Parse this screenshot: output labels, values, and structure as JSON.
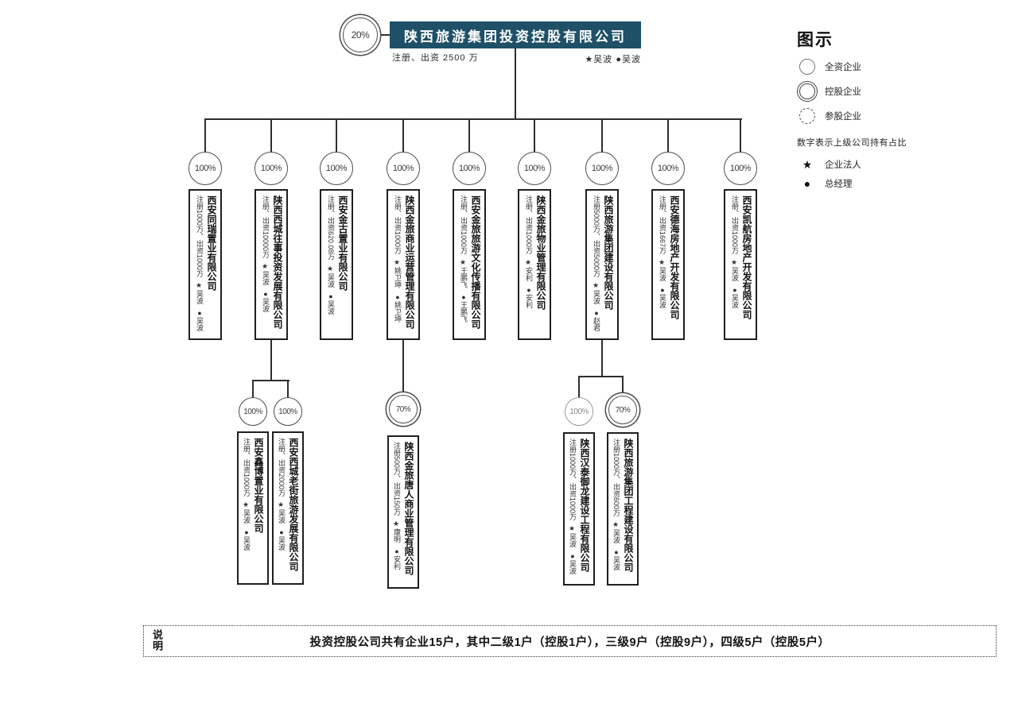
{
  "root": {
    "percent": "20%",
    "title": "陕西旅游集团投资控股有限公司",
    "registration": "注册、出资 2500 万",
    "persons": "★吴波 ●吴波"
  },
  "legend": {
    "title": "图示",
    "items": [
      {
        "label": "全资企业"
      },
      {
        "label": "控股企业"
      },
      {
        "label": "参股企业"
      }
    ],
    "note": "数字表示上级公司持有占比",
    "legal_marker": "★",
    "legal_label": "企业法人",
    "manager_marker": "●",
    "manager_label": "总经理"
  },
  "level2": [
    {
      "percent": "100%",
      "name": "西安同瑞置业有限公司",
      "registration": "注册1000万、出资1000万",
      "legal": "★吴波",
      "manager": "●吴波"
    },
    {
      "percent": "100%",
      "name": "陕西西城往事投资发展有限公司",
      "registration": "注册、出资10000万",
      "legal": "★吴波",
      "manager": "●吴波"
    },
    {
      "percent": "100%",
      "name": "西安金古置业有限公司",
      "registration": "注册、出资620.08万",
      "legal": "★吴波",
      "manager": "●吴波"
    },
    {
      "percent": "100%",
      "name": "陕西金旅商业运营管理有限公司",
      "registration": "注册、出资1000万",
      "legal": "★姚卫坤",
      "manager": "●姚卫坤"
    },
    {
      "percent": "100%",
      "name": "西安金旅旅游文化传播有限公司",
      "registration": "注册、出资1000万",
      "legal": "★王鹏飞",
      "manager": "●王鹏飞"
    },
    {
      "percent": "100%",
      "name": "陕西金旅物业管理有限公司",
      "registration": "注册、出资1000万",
      "legal": "★安利",
      "manager": "●安利"
    },
    {
      "percent": "100%",
      "name": "陕西旅游集团建设有限公司",
      "registration": "注册5000万、出资5000万",
      "legal": "★吴波",
      "manager": "●赵君"
    },
    {
      "percent": "100%",
      "name": "西安德海房地产开发有限公司",
      "registration": "注册、出资1667万",
      "legal": "★吴波",
      "manager": "●吴波"
    },
    {
      "percent": "100%",
      "name": "西安凯航房地产开发有限公司",
      "registration": "注册、出资1000万",
      "legal": "★吴波",
      "manager": "●吴波"
    }
  ],
  "level3": [
    {
      "percent": "100%",
      "name": "西安鑫博置业有限公司",
      "registration": "注册、出资1000万",
      "legal": "★吴波",
      "manager": "●吴波"
    },
    {
      "percent": "100%",
      "name": "西安西城老街旅游发展有限公司",
      "registration": "注册、出资2000万",
      "legal": "★吴波",
      "manager": "●吴波"
    },
    {
      "percent": "70%",
      "name": "陕西金旅唐人商业管理有限公司",
      "registration": "注册500万、出资150万",
      "legal": "★康明",
      "manager": "●安利"
    },
    {
      "percent": "100%",
      "name": "陕西汉泰御龙建设工程有限公司",
      "registration": "注册1000万、出资1000万",
      "legal": "★吴波",
      "manager": "●吴波"
    },
    {
      "percent": "70%",
      "name": "陕西旅游集团工程建设有限公司",
      "registration": "注册1000万、出资600万",
      "legal": "★吴波",
      "manager": "●吴波"
    }
  ],
  "note": {
    "label": "说明",
    "text": "投资控股公司共有企业15户，其中二级1户（控股1户），三级9户（控股9户），四级5户（控股5户）"
  }
}
